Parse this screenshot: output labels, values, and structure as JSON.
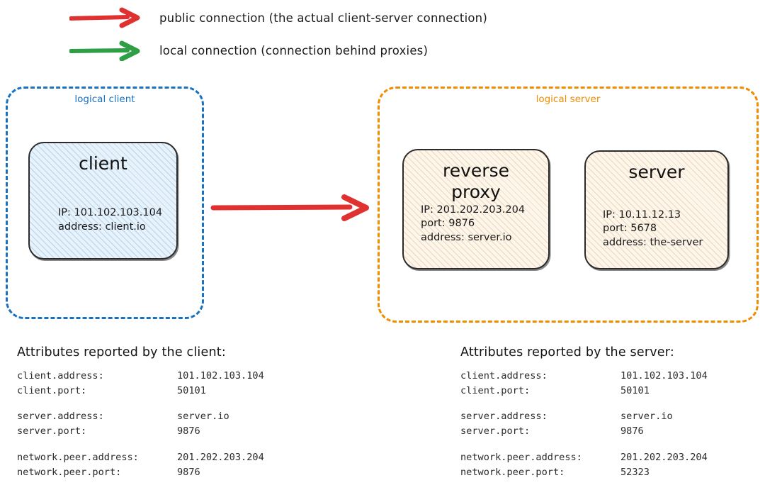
{
  "legend": {
    "items": [
      {
        "arrow_color": "#e03131",
        "icon": "arrow-right-icon",
        "label": "public connection (the actual client-server connection)"
      },
      {
        "arrow_color": "#2f9e44",
        "icon": "arrow-right-icon",
        "label": "local connection (connection behind proxies)"
      }
    ]
  },
  "diagram": {
    "client_zone": {
      "title": "logical client",
      "color": "#1971c2",
      "node": {
        "title": "client",
        "details": "IP: 101.102.103.104\naddress: client.io"
      }
    },
    "server_zone": {
      "title": "logical server",
      "color": "#f08c00",
      "nodes": [
        {
          "title": "reverse\nproxy",
          "details": "IP: 201.202.203.204\nport: 9876\naddress: server.io"
        },
        {
          "title": "server",
          "details": "IP: 10.11.12.13\nport: 5678\naddress: the-server"
        }
      ]
    },
    "main_connection": {
      "icon": "arrow-right-icon",
      "color": "#e03131"
    }
  },
  "attributes": {
    "client_report": {
      "heading": "Attributes reported by the client:",
      "rows": [
        {
          "key": "client.address:",
          "value": "101.102.103.104"
        },
        {
          "key": "client.port:",
          "value": "50101"
        },
        {
          "key": "",
          "value": ""
        },
        {
          "key": "server.address:",
          "value": "server.io"
        },
        {
          "key": "server.port:",
          "value": "9876"
        },
        {
          "key": "",
          "value": ""
        },
        {
          "key": "network.peer.address:",
          "value": "201.202.203.204"
        },
        {
          "key": "network.peer.port:",
          "value": "9876"
        }
      ]
    },
    "server_report": {
      "heading": "Attributes reported by the server:",
      "rows": [
        {
          "key": "client.address:",
          "value": "101.102.103.104"
        },
        {
          "key": "client.port:",
          "value": "50101"
        },
        {
          "key": "",
          "value": ""
        },
        {
          "key": "server.address:",
          "value": "server.io"
        },
        {
          "key": "server.port:",
          "value": "9876"
        },
        {
          "key": "",
          "value": ""
        },
        {
          "key": "network.peer.address:",
          "value": "201.202.203.204"
        },
        {
          "key": "network.peer.port:",
          "value": "52323"
        }
      ]
    }
  }
}
